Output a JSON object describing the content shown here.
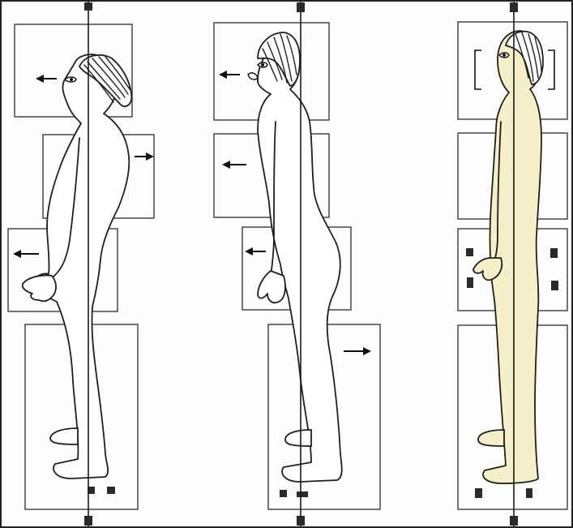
{
  "figure": {
    "panels": [
      {
        "id": "posture-1",
        "arrows": [
          "left",
          "right",
          "left"
        ]
      },
      {
        "id": "posture-2",
        "arrows": [
          "left",
          "left",
          "left",
          "right"
        ]
      },
      {
        "id": "posture-3",
        "arrows": []
      }
    ],
    "colors": {
      "background": "#ffffff",
      "line": "#1f1f1f",
      "skin_tint_correct": "#f6f0c8",
      "skin_tint_default": "#ffffff"
    }
  }
}
